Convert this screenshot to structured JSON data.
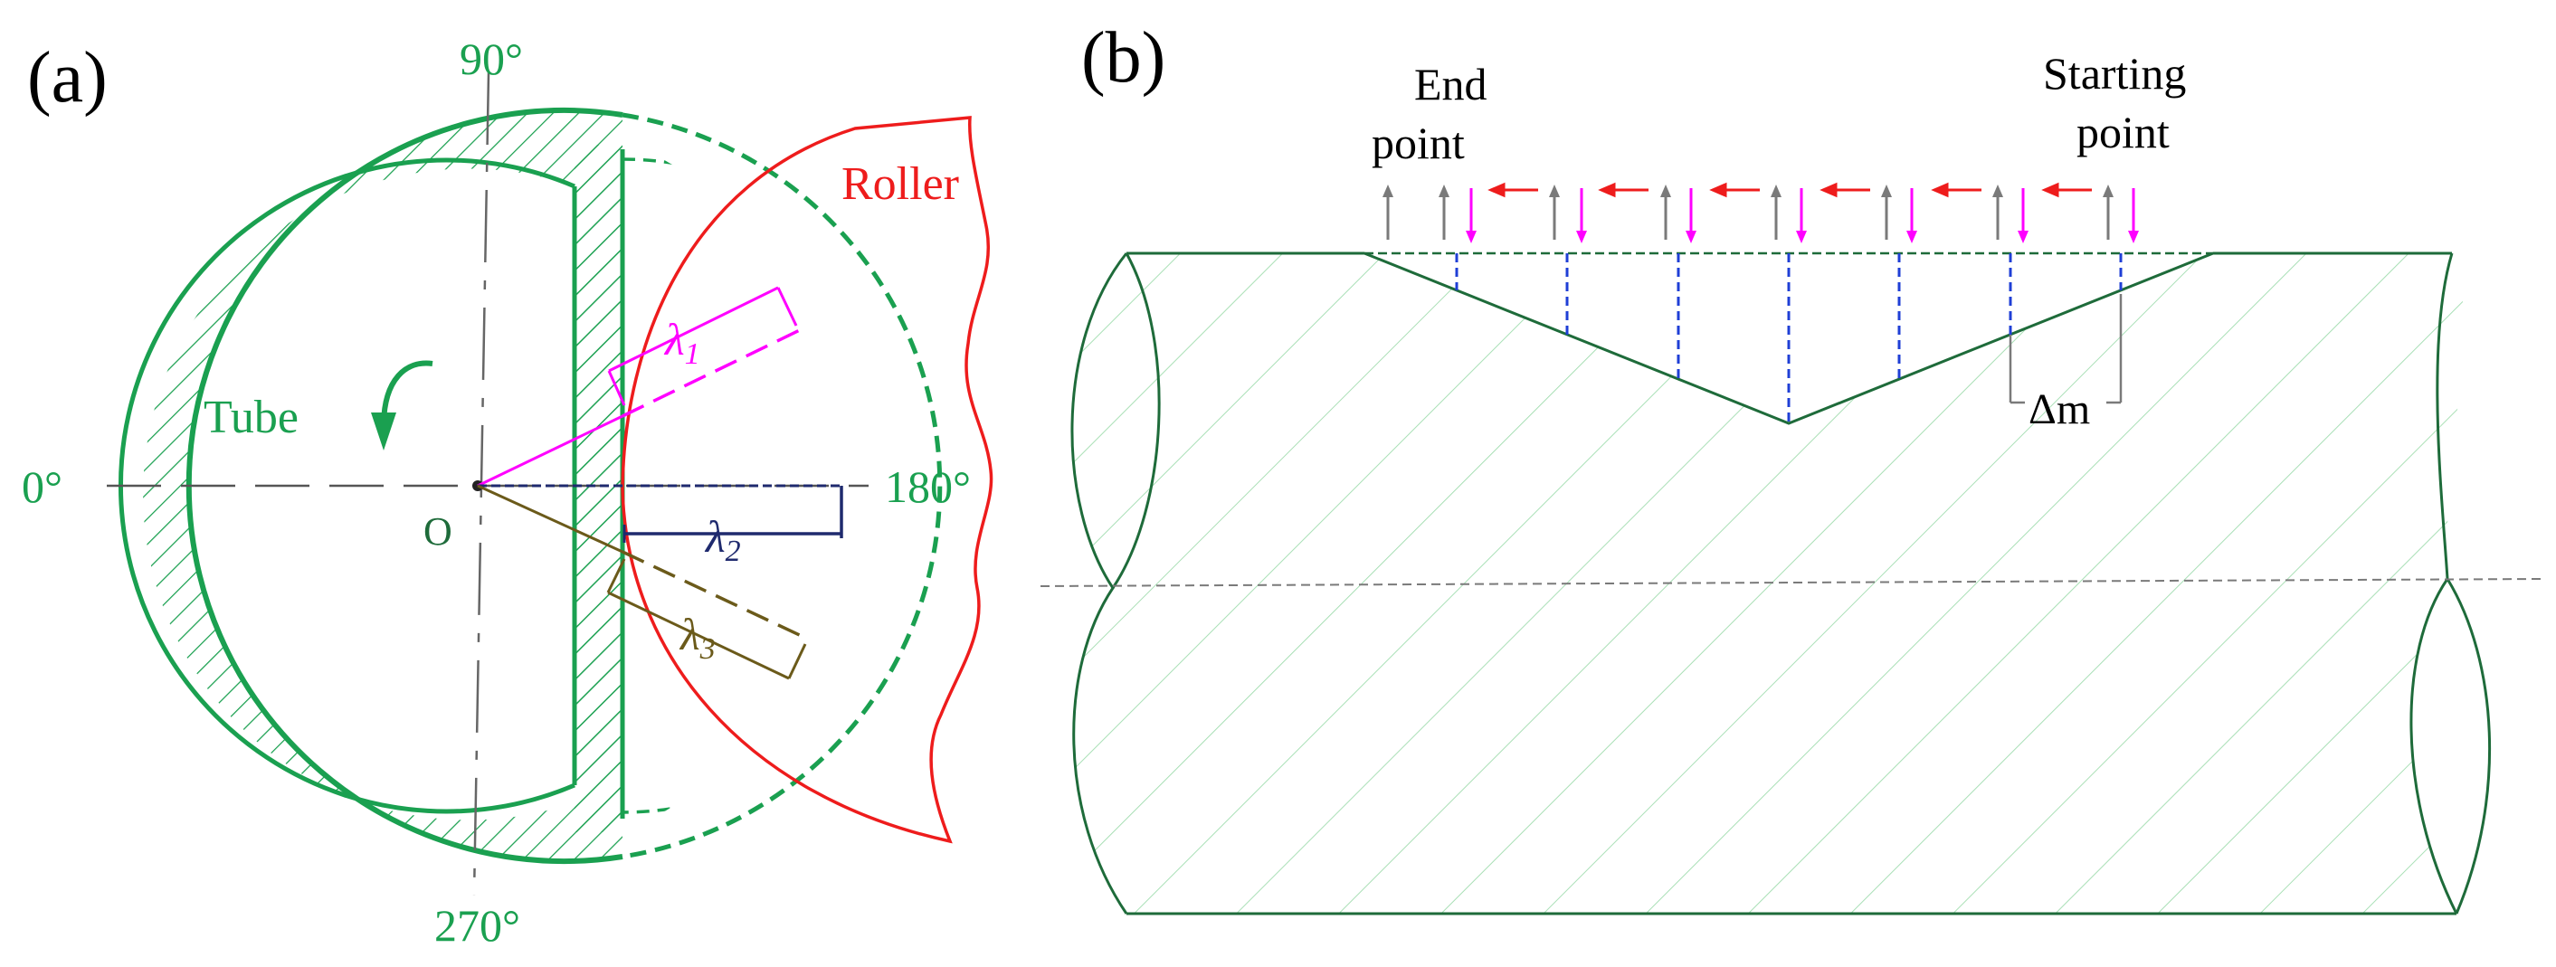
{
  "panel_a": {
    "label": "(a)",
    "angle_top": "90°",
    "angle_bottom": "270°",
    "angle_left": "0°",
    "angle_right": "180°",
    "tube_label": "Tube",
    "roller_label": "Roller",
    "origin_label": "O",
    "lambda1": "λ",
    "lambda1_sub": "1",
    "lambda2": "λ",
    "lambda2_sub": "2",
    "lambda3": "λ",
    "lambda3_sub": "3"
  },
  "panel_b": {
    "label": "(b)",
    "end_point_line1": "End",
    "end_point_line2": "point",
    "start_point_line1": "Starting",
    "start_point_line2": "point",
    "delta_m": "Δm"
  },
  "colors": {
    "tube_green": "#1aa050",
    "dark_green": "#1e6b3a",
    "roller_red": "#ee1c1c",
    "magenta": "#ff00ff",
    "navy": "#1f2a6e",
    "olive": "#6b5a1a",
    "blue_dash": "#1f3fd6",
    "gray": "#7a7a7a"
  }
}
